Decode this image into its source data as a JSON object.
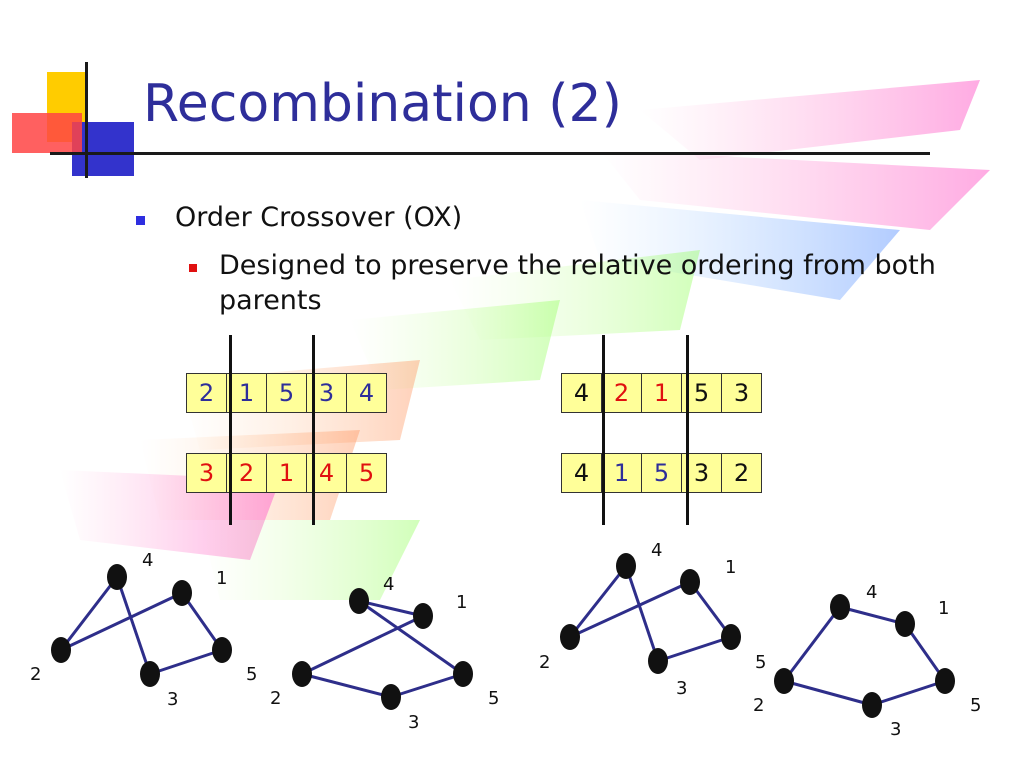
{
  "slide": {
    "title": "Recombination (2)",
    "bullet_1": "Order Crossover (OX)",
    "bullet_2": "Designed to preserve the relative ordering from both parents"
  },
  "colors": {
    "title": "#2e2e9a",
    "blue_digit": "#2e2e9a",
    "red_digit": "#e01010",
    "cell_fill": "#ffff99",
    "edge": "#2e2e8a"
  },
  "permutations": {
    "parent_1": [
      {
        "v": "2",
        "c": "blue"
      },
      {
        "v": "1",
        "c": "blue"
      },
      {
        "v": "5",
        "c": "blue"
      },
      {
        "v": "3",
        "c": "blue"
      },
      {
        "v": "4",
        "c": "blue"
      }
    ],
    "parent_2": [
      {
        "v": "3",
        "c": "red"
      },
      {
        "v": "2",
        "c": "red"
      },
      {
        "v": "1",
        "c": "red"
      },
      {
        "v": "4",
        "c": "red"
      },
      {
        "v": "5",
        "c": "red"
      }
    ],
    "child_1": [
      {
        "v": "4",
        "c": "black"
      },
      {
        "v": "2",
        "c": "red"
      },
      {
        "v": "1",
        "c": "red"
      },
      {
        "v": "5",
        "c": "black"
      },
      {
        "v": "3",
        "c": "black"
      }
    ],
    "child_2": [
      {
        "v": "4",
        "c": "black"
      },
      {
        "v": "1",
        "c": "blue"
      },
      {
        "v": "5",
        "c": "blue"
      },
      {
        "v": "3",
        "c": "black"
      },
      {
        "v": "2",
        "c": "black"
      }
    ]
  },
  "tours": [
    {
      "name": "tour-parent-1",
      "order": [
        "2",
        "1",
        "5",
        "3",
        "4"
      ]
    },
    {
      "name": "tour-parent-2",
      "order": [
        "3",
        "2",
        "1",
        "4",
        "5"
      ]
    },
    {
      "name": "tour-child-1",
      "order": [
        "4",
        "2",
        "1",
        "5",
        "3"
      ]
    },
    {
      "name": "tour-child-2",
      "order": [
        "4",
        "1",
        "5",
        "3",
        "2"
      ]
    }
  ],
  "node_labels": [
    "1",
    "2",
    "3",
    "4",
    "5"
  ]
}
